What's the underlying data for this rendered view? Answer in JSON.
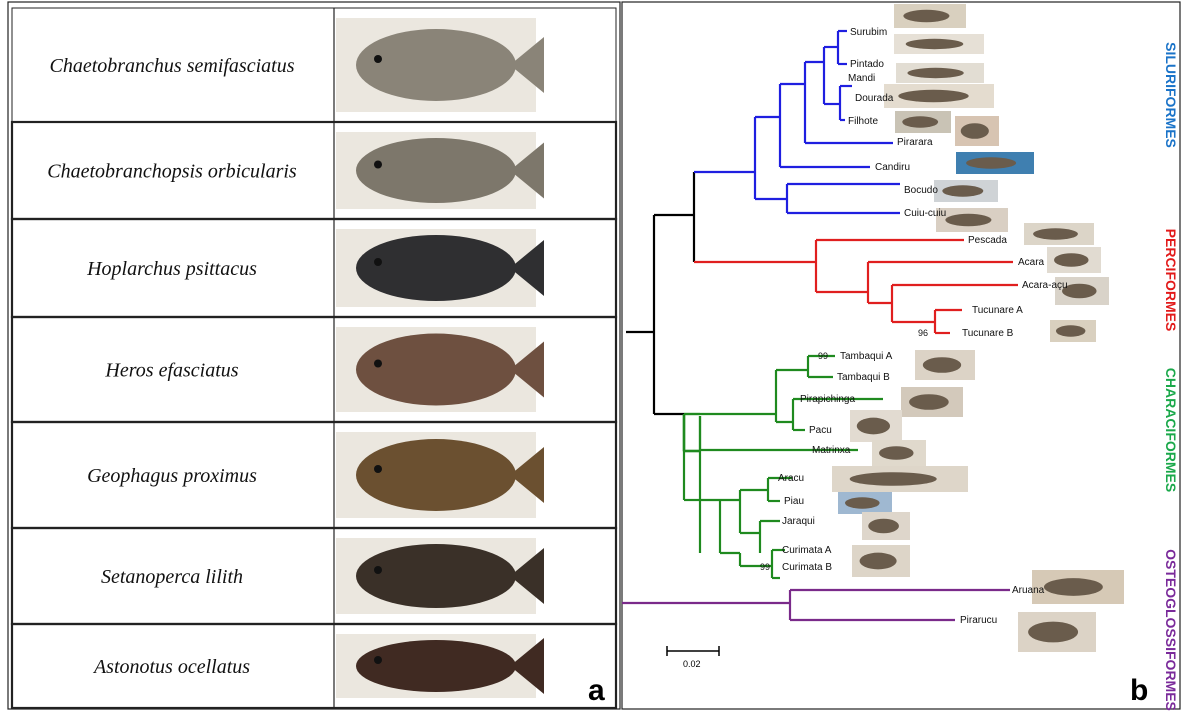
{
  "panel_a": {
    "label": "a",
    "species": [
      {
        "name": "Chaetobranchus semifasciatus",
        "photo": "fish-photo",
        "body_color": "#8a8478"
      },
      {
        "name": "Chaetobranchopsis orbicularis",
        "photo": "fish-photo",
        "body_color": "#7d776b"
      },
      {
        "name": "Hoplarchus psittacus",
        "photo": "fish-photo",
        "body_color": "#2f2f31"
      },
      {
        "name": "Heros efasciatus",
        "photo": "fish-photo",
        "body_color": "#6e5040"
      },
      {
        "name": "Geophagus proximus",
        "photo": "fish-photo",
        "body_color": "#6b5030"
      },
      {
        "name": "Setanoperca lilith",
        "photo": "fish-photo",
        "body_color": "#3a3028"
      },
      {
        "name": "Astonotus ocellatus",
        "photo": "fish-photo",
        "body_color": "#402a22"
      }
    ]
  },
  "panel_b": {
    "label": "b",
    "scale_bar_label": "0.02",
    "colors": {
      "siluriformes": "#1f1fe0",
      "perciformes": "#e01f1f",
      "characiformes": "#1f8a1f",
      "osteoglossiformes": "#7a2a8a",
      "root": "#000000"
    },
    "orders": [
      {
        "name": "SILURIFORMES",
        "color": "#1a73c8"
      },
      {
        "name": "PERCIFORMES",
        "color": "#e21a1a"
      },
      {
        "name": "CHARACIFORMES",
        "color": "#1aa84a"
      },
      {
        "name": "OSTEOGLOSSIFORMES",
        "color": "#7a2a9a"
      }
    ],
    "taxa": [
      "Surubim",
      "Pintado",
      "Mandi",
      "Dourada",
      "Filhote",
      "Pirarara",
      "Candiru",
      "Bocudo",
      "Cuiu-cuiu",
      "Pescada",
      "Acara",
      "Acara-açu",
      "Tucunare A",
      "Tucunare B",
      "Tambaqui A",
      "Tambaqui B",
      "Pirapichinga",
      "Pacu",
      "Matrinxa",
      "Aracu",
      "Piau",
      "Jaraqui",
      "Curimata A",
      "Curimata B",
      "Aruana",
      "Pirarucu"
    ],
    "bootstrap": [
      {
        "value": "96",
        "taxon": "Tucunare B"
      },
      {
        "value": "99",
        "taxon": "Tambaqui A"
      },
      {
        "value": "99",
        "taxon": "Curimata B"
      }
    ]
  }
}
